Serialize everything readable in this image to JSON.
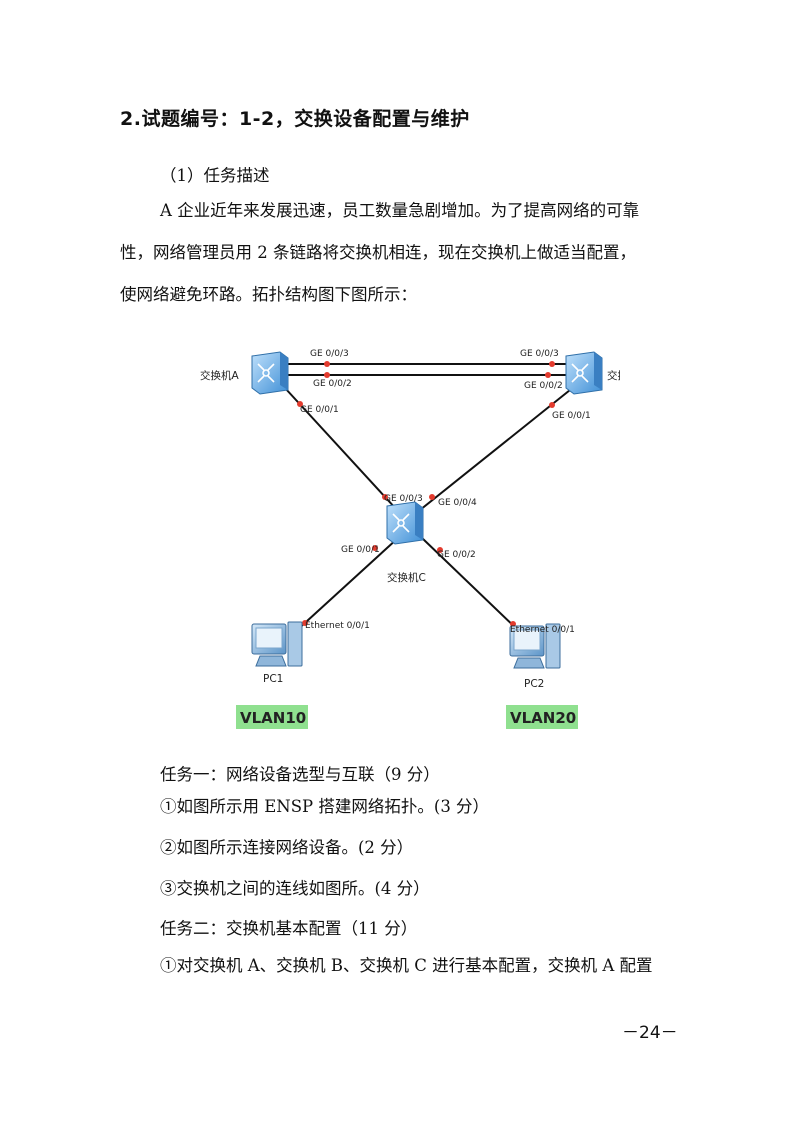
{
  "heading": "2.试题编号：1-2，交换设备配置与维护",
  "section_title": "（1）任务描述",
  "description": [
    "A 企业近年来发展迅速，员工数量急剧增加。为了提高网络的可靠",
    "性，网络管理员用 2 条链路将交换机相连，现在交换机上做适当配置，",
    "使网络避免环路。拓扑结构图下图所示："
  ],
  "diagram": {
    "switch_a": "交换机A",
    "switch_b": "交换机B",
    "switch_c": "交换机C",
    "pc1": "PC1",
    "pc2": "PC2",
    "vlan_left": "VLAN10",
    "vlan_right": "VLAN20",
    "ports": {
      "a_top": "GE 0/0/3",
      "a_mid": "GE 0/0/2",
      "a_down": "GE 0/0/1",
      "b_top": "GE 0/0/3",
      "b_mid": "GE 0/0/2",
      "b_down": "GE 0/0/1",
      "c_up_left": "GE 0/0/3",
      "c_up_right": "GE 0/0/4",
      "c_down_left": "GE 0/0/1",
      "c_down_right": "GE 0/0/2",
      "pc1_eth": "Ethernet 0/0/1",
      "pc2_eth": "Ethernet 0/0/1"
    },
    "colors": {
      "vlan_bg": "#8fe08f",
      "port_dot": "#e33b2e",
      "device": "#5aa3e0"
    }
  },
  "tasks": [
    "任务一：网络设备选型与互联（9 分）",
    "①如图所示用 ENSP 搭建网络拓扑。(3 分）",
    "②如图所示连接网络设备。(2 分）",
    "③交换机之间的连线如图所。(4 分）",
    "任务二：交换机基本配置（11 分）",
    "①对交换机 A、交换机 B、交换机 C 进行基本配置，交换机 A 配置"
  ],
  "page_number": "－24－"
}
